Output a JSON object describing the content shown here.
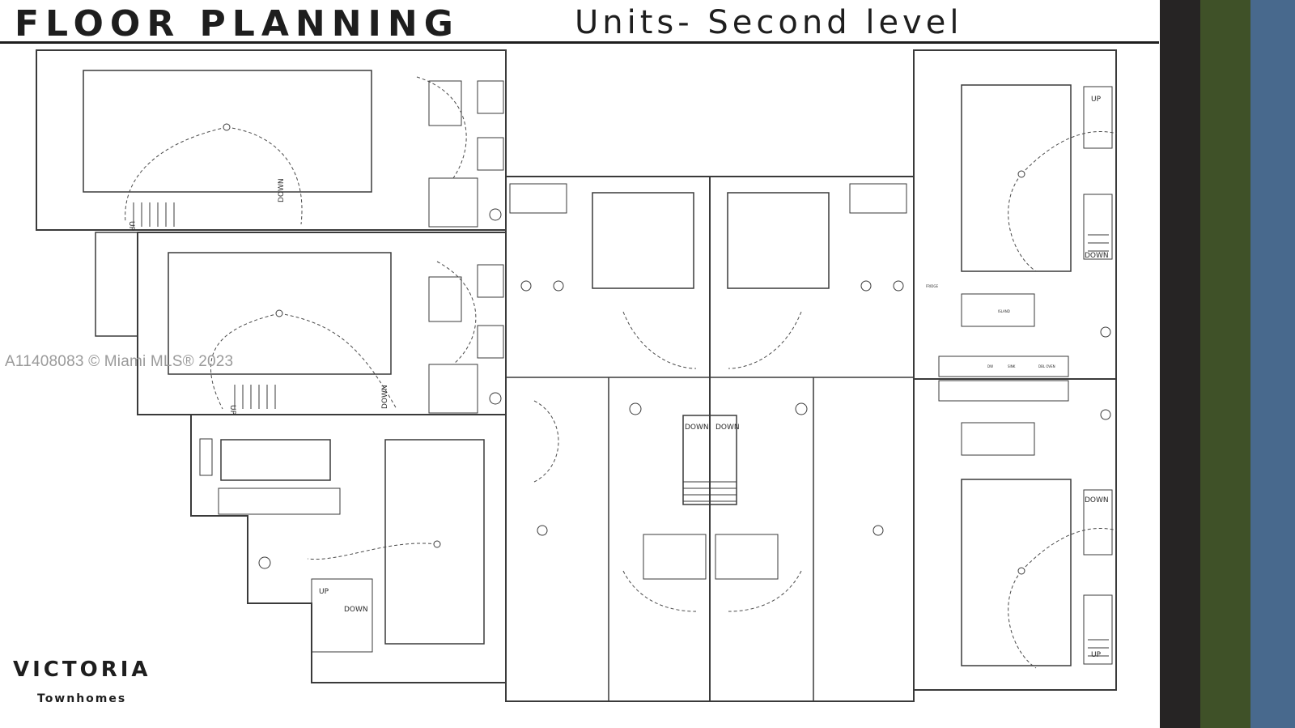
{
  "header": {
    "title": "FLOOR PLANNING",
    "subtitle": "Units- Second level"
  },
  "watermark": "A11408083 © Miami MLS® 2023",
  "brand": {
    "name": "VICTORIA",
    "tagline": "Townhomes"
  },
  "palette": {
    "black": "#262424",
    "green": "#3f5128",
    "blue": "#48698d",
    "line": "#3a3a3a"
  },
  "plan_labels": {
    "up": "UP",
    "down": "DOWN",
    "fridge": "FRIDGE",
    "dw": "DW",
    "dbl_oven": "DBL OVEN",
    "sink": "SINK",
    "island": "ISLAND"
  }
}
